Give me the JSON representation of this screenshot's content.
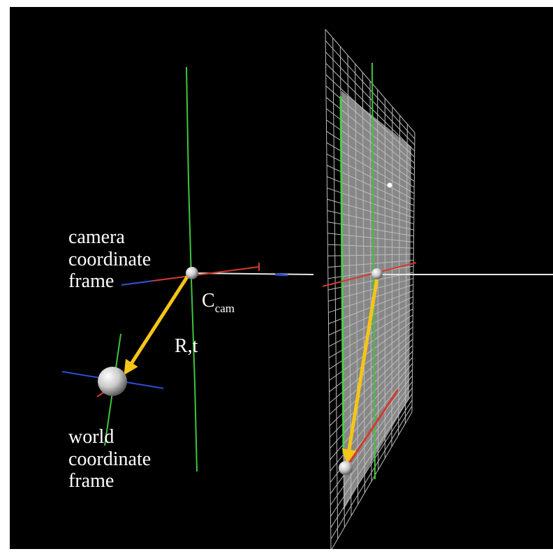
{
  "labels": {
    "camera_frame": [
      "camera",
      "coordinate",
      "frame"
    ],
    "camera_center": "C",
    "camera_center_sub": "cam",
    "transform": "R,t",
    "world_frame": [
      "world",
      "coordinate",
      "frame"
    ]
  },
  "colors": {
    "background": "#000000",
    "axis_x": "#d23a2e",
    "axis_y": "#3ec63e",
    "axis_z": "#2a4fd6",
    "optical_axis": "#e6e6e6",
    "arrow": "#f5c518",
    "grid": "#bdbdbd",
    "image_plane_fill": "#9a9a9a",
    "text": "#ffffff"
  }
}
